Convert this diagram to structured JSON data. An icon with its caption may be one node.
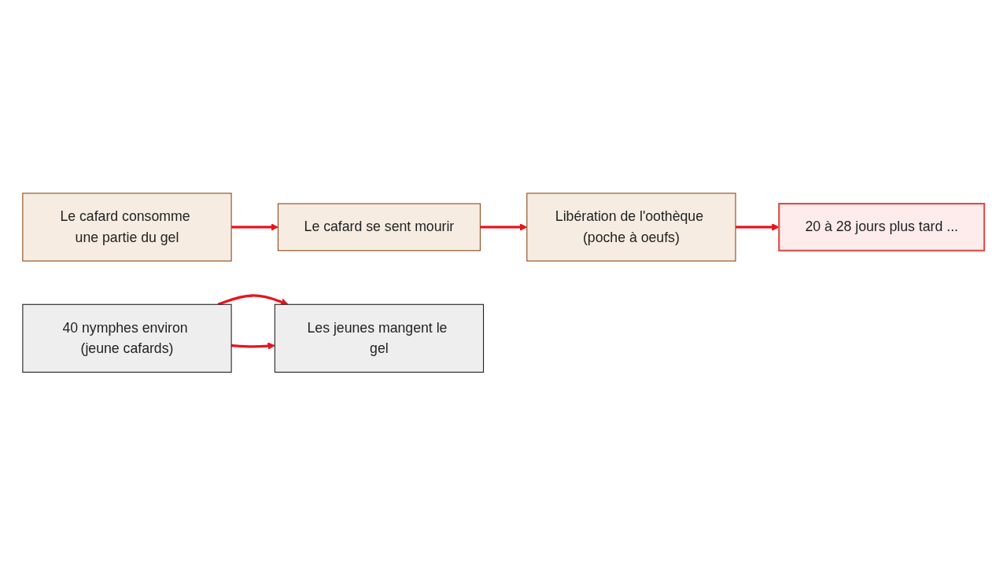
{
  "diagram": {
    "nodes": [
      {
        "text": [
          "Le cafard consomme une partie du gel"
        ]
      },
      {
        "text": [
          "Le cafard se sent mourir"
        ]
      },
      {
        "text": [
          "Libération de l'oothèque (poche à oeufs)"
        ]
      },
      {
        "text": [
          "20 à 28 jours plus tard ..."
        ]
      },
      {
        "text": [
          "40 nymphes environ (jeune cafards)"
        ]
      },
      {
        "text": [
          "Les jeunes mangent le gel"
        ]
      }
    ],
    "edges": [
      {
        "from": 0,
        "to": 1,
        "arrow": "to"
      },
      {
        "from": 1,
        "to": 2,
        "arrow": "to"
      },
      {
        "from": 2,
        "to": 3,
        "arrow": "to"
      },
      {
        "from": 4,
        "to": 5,
        "arrow": "to"
      },
      {
        "from": 4,
        "to": 5,
        "arrow": "to"
      }
    ]
  }
}
